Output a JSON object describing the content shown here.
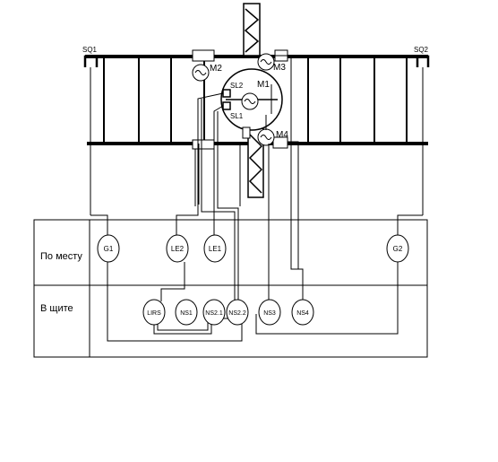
{
  "sensors": {
    "left": "SQ1",
    "right": "SQ2"
  },
  "motors": {
    "m1": "M1",
    "m2": "M2",
    "m3": "M3",
    "m4": "M4"
  },
  "level_switches": {
    "sl1": "SL1",
    "sl2": "SL2"
  },
  "rows": {
    "local": "По месту",
    "panel": "В щите"
  },
  "local_devices": {
    "g1": "G1",
    "le2": "LE2",
    "le1": "LE1",
    "g2": "G2"
  },
  "panel_devices": {
    "lirs": "LIRS",
    "ns1": "NS1",
    "ns21": "NS2.1",
    "ns22": "NS2.2",
    "ns3": "NS3",
    "ns4": "NS4"
  }
}
